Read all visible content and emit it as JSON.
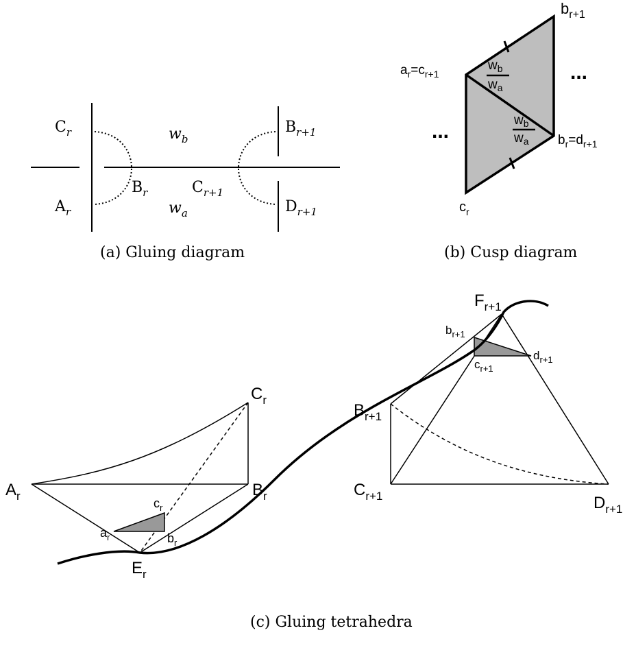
{
  "captions": {
    "a": "(a) Gluing diagram",
    "b": "(b) Cusp diagram",
    "c": "(c) Gluing tetrahedra"
  },
  "gluing_diagram": {
    "labels": {
      "C_r": [
        "C",
        "r"
      ],
      "A_r": [
        "A",
        "r"
      ],
      "B_r": [
        "B",
        "r"
      ],
      "C_r1": [
        "C",
        "r+1"
      ],
      "B_r1": [
        "B",
        "r+1"
      ],
      "D_r1": [
        "D",
        "r+1"
      ],
      "w_b": [
        "w",
        "b"
      ],
      "w_a": [
        "w",
        "a"
      ]
    }
  },
  "cusp_diagram": {
    "labels": {
      "b_r1": [
        "b",
        "r+1"
      ],
      "a_r_eq_c_r1": [
        "a",
        "r",
        "=c",
        "r+1"
      ],
      "b_r_eq_d_r1": [
        "b",
        "r",
        "=d",
        "r+1"
      ],
      "c_r": [
        "c",
        "r"
      ]
    },
    "fractions": {
      "upper": {
        "num": [
          "w",
          "b"
        ],
        "den": [
          "w",
          "a"
        ]
      },
      "lower": {
        "num": [
          "w",
          "b"
        ],
        "den": [
          "w",
          "a"
        ]
      }
    },
    "ellipsis": "..."
  },
  "tetrahedra": {
    "labels": {
      "A_r": [
        "A",
        "r"
      ],
      "B_r": [
        "B",
        "r"
      ],
      "C_r": [
        "C",
        "r"
      ],
      "E_r": [
        "E",
        "r"
      ],
      "a_r": [
        "a",
        "r"
      ],
      "b_r": [
        "b",
        "r"
      ],
      "c_r": [
        "c",
        "r"
      ],
      "F_r1": [
        "F",
        "r+1"
      ],
      "B_r1": [
        "B",
        "r+1"
      ],
      "C_r1": [
        "C",
        "r+1"
      ],
      "D_r1": [
        "D",
        "r+1"
      ],
      "b_r1": [
        "b",
        "r+1"
      ],
      "c_r1": [
        "c",
        "r+1"
      ],
      "d_r1": [
        "d",
        "r+1"
      ]
    }
  },
  "colors": {
    "shade": "#bebebe",
    "ink": "#000000"
  }
}
